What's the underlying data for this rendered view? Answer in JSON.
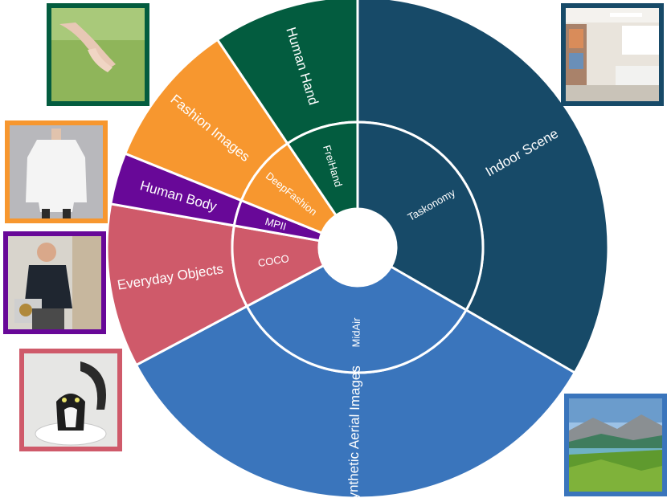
{
  "chart_data": {
    "type": "sunburst",
    "segments": [
      {
        "category": "Indoor Scene",
        "dataset": "Taskonomy",
        "value": 120,
        "color": "#174a68"
      },
      {
        "category": "Synthetic Aerial Images",
        "dataset": "MidAir",
        "value": 122,
        "color": "#3a75bc"
      },
      {
        "category": "Everyday Objects",
        "dataset": "COCO",
        "value": 38,
        "color": "#cf5a6a"
      },
      {
        "category": "Human Body",
        "dataset": "MPII",
        "value": 12,
        "color": "#680898"
      },
      {
        "category": "Fashion Images",
        "dataset": "DeepFashion",
        "value": 34,
        "color": "#f7972f"
      },
      {
        "category": "Human Hand",
        "dataset": "FreiHand",
        "value": 34,
        "color": "#035c3f"
      }
    ]
  },
  "thumbnails": [
    {
      "subject": "human-hand-photo",
      "border_color": "#035c3f"
    },
    {
      "subject": "indoor-scene-photo",
      "border_color": "#174a68"
    },
    {
      "subject": "fashion-photo",
      "border_color": "#f7972f"
    },
    {
      "subject": "human-body-photo",
      "border_color": "#680898"
    },
    {
      "subject": "everyday-object-photo",
      "border_color": "#cf5a6a"
    },
    {
      "subject": "aerial-landscape-photo",
      "border_color": "#3a75bc"
    }
  ]
}
